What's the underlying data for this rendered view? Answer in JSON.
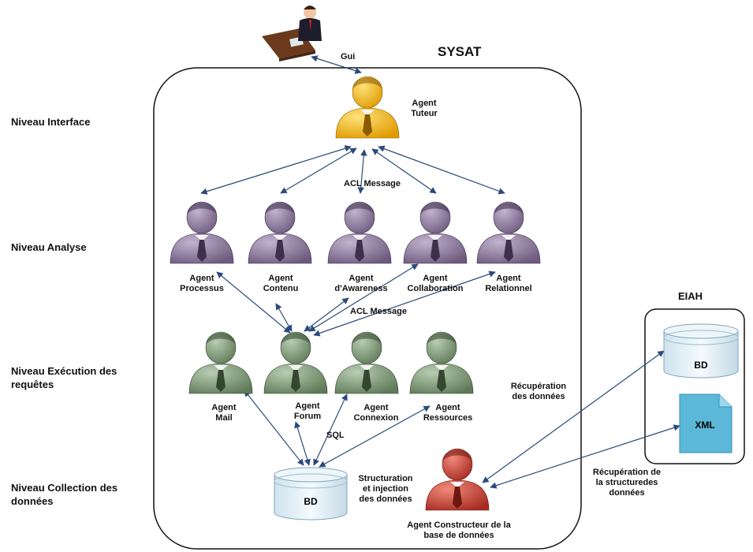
{
  "title": "SYSAT",
  "eiah_title": "EIAH",
  "levels": {
    "interface": "Niveau Interface",
    "analyse": "Niveau Analyse",
    "execution": "Niveau Exécution des\nrequêtes",
    "collection": "Niveau Collection des\ndonnées"
  },
  "labels": {
    "gui": "Gui",
    "acl_top": "ACL Message",
    "acl_mid": "ACL Message",
    "sql": "SQL",
    "structuration": "Structuration\net injection\ndes données",
    "recup_donnees": "Récupération\ndes données",
    "recup_structure": "Récupération de\nla structuredes\ndonnées",
    "bd_main": "BD",
    "bd_eiah": "BD",
    "xml": "XML"
  },
  "agents": {
    "tuteur": "Agent\nTuteur",
    "processus": "Agent\nProcessus",
    "contenu": "Agent\nContenu",
    "awareness": "Agent\nd'Awareness",
    "collaboration": "Agent\nCollaboration",
    "relationnel": "Agent\nRelationnel",
    "mail": "Agent\nMail",
    "forum": "Agent\nForum",
    "connexion": "Agent\nConnexion",
    "ressources": "Agent\nRessources",
    "constructeur": "Agent Constructeur de la\nbase de données"
  },
  "colors": {
    "tuteur": "#f2b418",
    "analyse": "#8c7a9a",
    "execution": "#7f9a78",
    "constructeur": "#c9453a",
    "arrow": "#2a4a7a",
    "xml": "#5bb8d8",
    "bd": "#dcecf4"
  }
}
